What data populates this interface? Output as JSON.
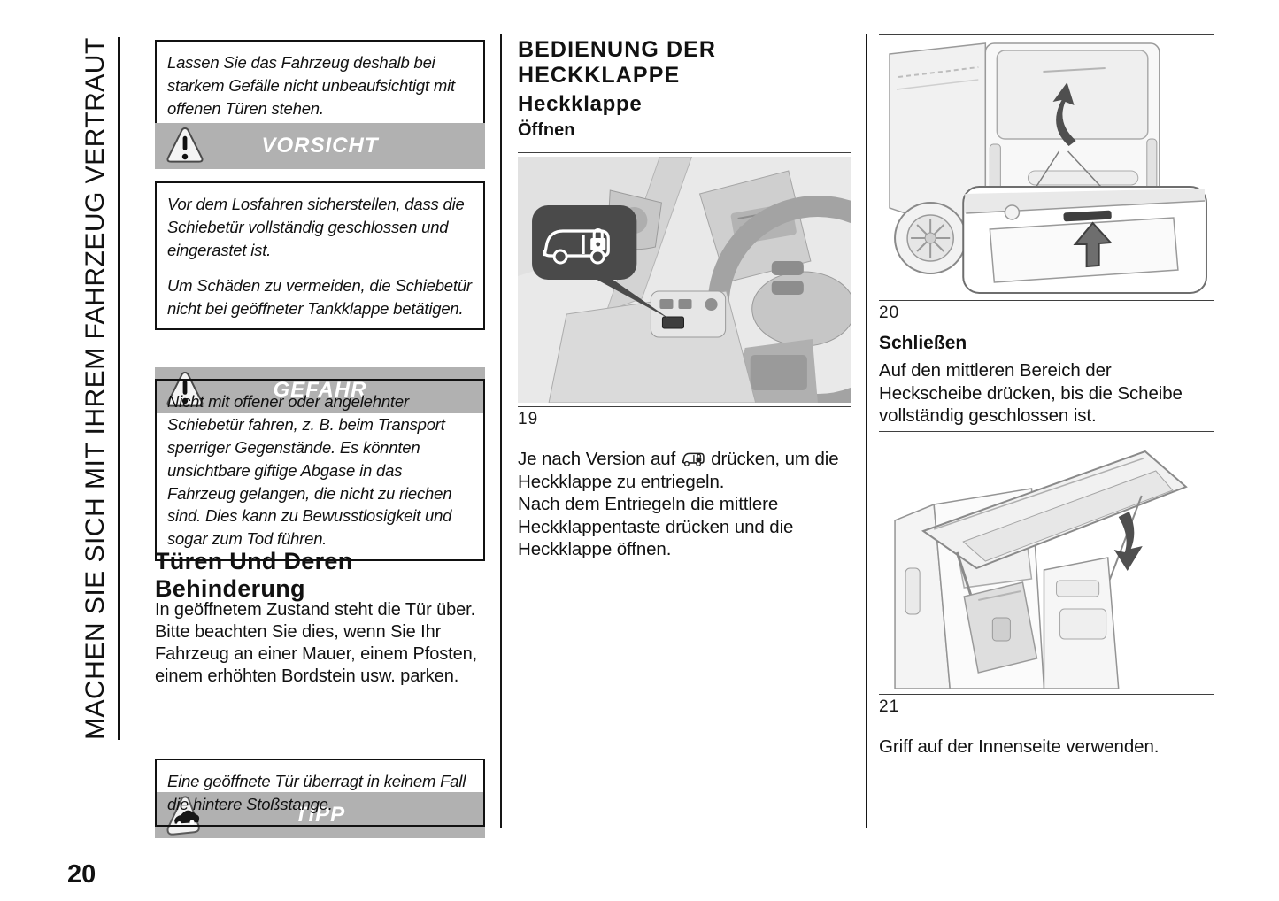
{
  "page": {
    "number": "20",
    "sidebar_title": "MACHEN SIE SICH MIT IHREM FAHRZEUG VERTRAUT"
  },
  "left": {
    "note1": "Lassen Sie das Fahrzeug deshalb bei starkem Gefälle nicht unbeaufsichtigt mit offenen Türen stehen.",
    "vorsicht_label": "VORSICHT",
    "note2a": "Vor dem Losfahren sicherstellen, dass die Schiebetür vollständig geschlossen und eingerastet ist.",
    "note2b": "Um Schäden zu vermeiden, die Schiebetür nicht bei geöffneter Tankklappe betätigen.",
    "gefahr_label": "GEFAHR",
    "note3": "Nicht mit offener oder angelehnter Schiebetür fahren, z. B. beim Transport sperriger Gegenstände. Es könnten unsichtbare giftige Abgase in das Fahrzeug gelangen, die nicht zu riechen sind. Dies kann zu Bewusstlosigkeit und sogar zum Tod führen.",
    "section_heading": "Türen Und Deren Behinderung",
    "body": "In geöffnetem Zustand steht die Tür über. Bitte beachten Sie dies, wenn Sie Ihr Fahrzeug an einer Mauer, einem Pfosten, einem erhöhten Bordstein usw. parken.",
    "tipp_label": "TIPP",
    "note4": "Eine geöffnete Tür überragt in keinem Fall die hintere Stoßstange."
  },
  "middle": {
    "title": "BEDIENUNG DER HECKKLAPPE",
    "subtitle": "Heckklappe",
    "subheading": "Öffnen",
    "fig19_caption": "19",
    "para1_before": "Je nach Version auf",
    "para1_after": "drücken, um die Heckklappe zu entriegeln.",
    "para2": "Nach dem Entriegeln die mittlere Heckklappentaste drücken und die Heckklappe öffnen."
  },
  "right": {
    "fig20_caption": "20",
    "close_heading": "Schließen",
    "close_body": "Auf den mittleren Bereich der Heckscheibe drücken, bis die Scheibe vollständig geschlossen ist.",
    "fig21_caption": "21",
    "final_note": "Griff auf der Innenseite verwenden."
  },
  "colors": {
    "banner_gray": "#b1b1b1",
    "rule_gray": "#3f3f3f",
    "callout_dark": "#4a4a4a",
    "arrow_dark": "#4f4f4f",
    "text_black": "#111111"
  }
}
